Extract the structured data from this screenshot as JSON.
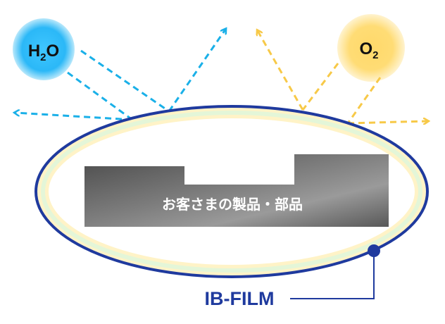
{
  "diagram": {
    "water": {
      "label": "H",
      "subscript": "2",
      "suffix": "O"
    },
    "oxygen": {
      "label": "O",
      "subscript": "2"
    },
    "product_label": "お客さまの製品・部品",
    "film_label": "IB-FILM"
  },
  "colors": {
    "water_arrow": "#1ab0e8",
    "oxygen_arrow": "#f7c948",
    "ellipse_border": "#1f3a9e",
    "film_label": "#1f3a9e",
    "product_gray": "#6a6a6a"
  }
}
